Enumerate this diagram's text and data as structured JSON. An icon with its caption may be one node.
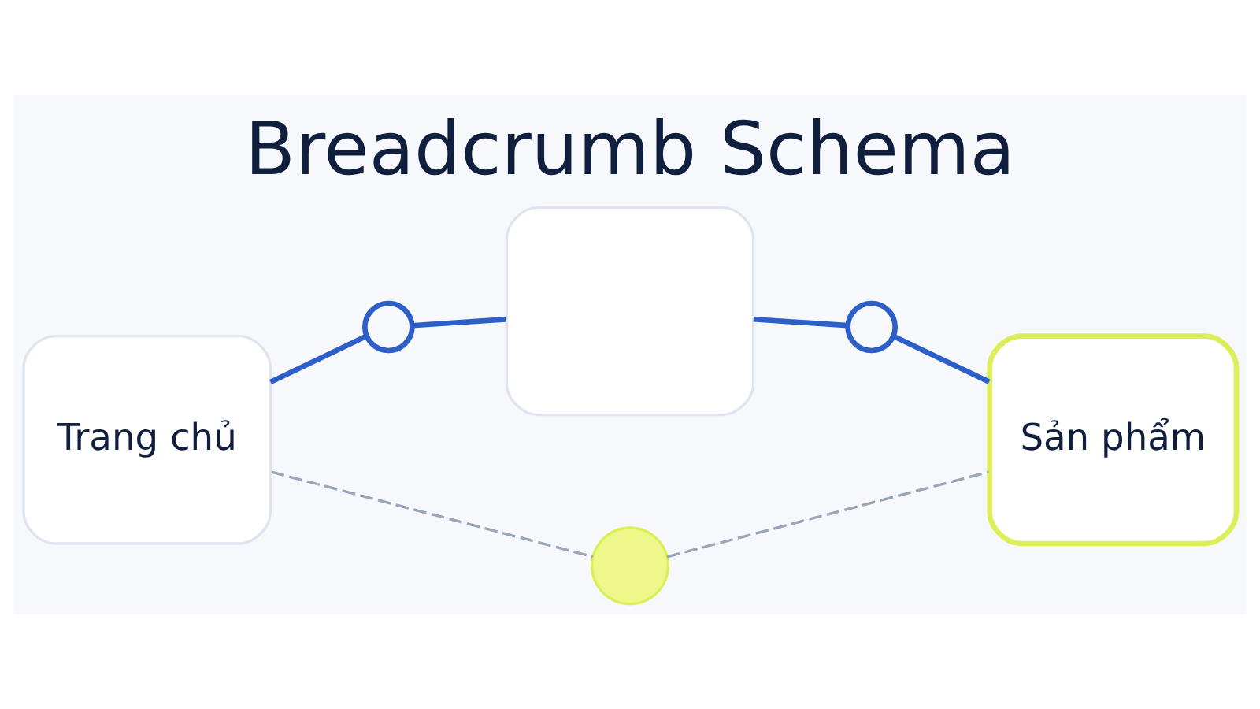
{
  "diagram": {
    "title": "Breadcrumb Schema",
    "nodes": [
      {
        "text": [
          "Trang chủ"
        ]
      },
      {
        "text": [],
        "shape": "circle"
      },
      {
        "text": [],
        "shape": "box"
      },
      {
        "text": [],
        "shape": "circle"
      },
      {
        "text": [
          "Sản phẩm"
        ]
      },
      {
        "text": [],
        "shape": "circle"
      }
    ],
    "edges": [
      {
        "from": 0,
        "to": 1,
        "arrow": "none"
      },
      {
        "from": 1,
        "to": 2,
        "arrow": "none"
      },
      {
        "from": 2,
        "to": 3,
        "arrow": "none"
      },
      {
        "from": 3,
        "to": 4,
        "arrow": "none"
      },
      {
        "from": 0,
        "to": 5,
        "arrow": "none",
        "style": "dashed",
        "color": "#9aa5b8"
      },
      {
        "from": 5,
        "to": 4,
        "arrow": "none",
        "style": "dashed",
        "color": "#9aa5b8"
      }
    ]
  }
}
